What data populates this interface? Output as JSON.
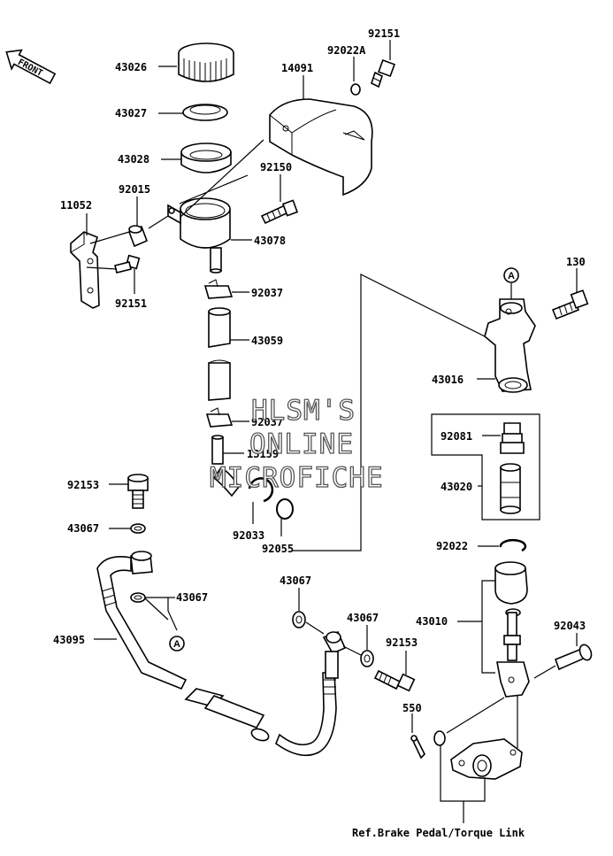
{
  "front_arrow": {
    "text": "FRONT"
  },
  "labels": {
    "p43026": "43026",
    "p43027": "43027",
    "p43028": "43028",
    "p14091": "14091",
    "p92022A": "92022A",
    "p92151_top": "92151",
    "p92150": "92150",
    "p11052": "11052",
    "p92015": "92015",
    "p43078": "43078",
    "p92151_left": "92151",
    "p92037_a": "92037",
    "p43059": "43059",
    "p92037_b": "92037",
    "p13159": "13159",
    "p130": "130",
    "p43016": "43016",
    "p92081": "92081",
    "p43020": "43020",
    "p92153_a": "92153",
    "p43067_a": "43067",
    "p43067_b": "43067",
    "p43095": "43095",
    "p92033": "92033",
    "p92055": "92055",
    "p92022": "92022",
    "p43010": "43010",
    "p92043": "92043",
    "p43067_c": "43067",
    "p43067_d": "43067",
    "p92153_b": "92153",
    "p550": "550"
  },
  "refs": {
    "a_top": "A",
    "a_bottom": "A"
  },
  "footer": {
    "reference": "Ref.Brake Pedal/Torque Link"
  },
  "watermark": {
    "line1": "HLSM'S",
    "line2": "ONLINE",
    "line3": "MICROFICHE"
  }
}
